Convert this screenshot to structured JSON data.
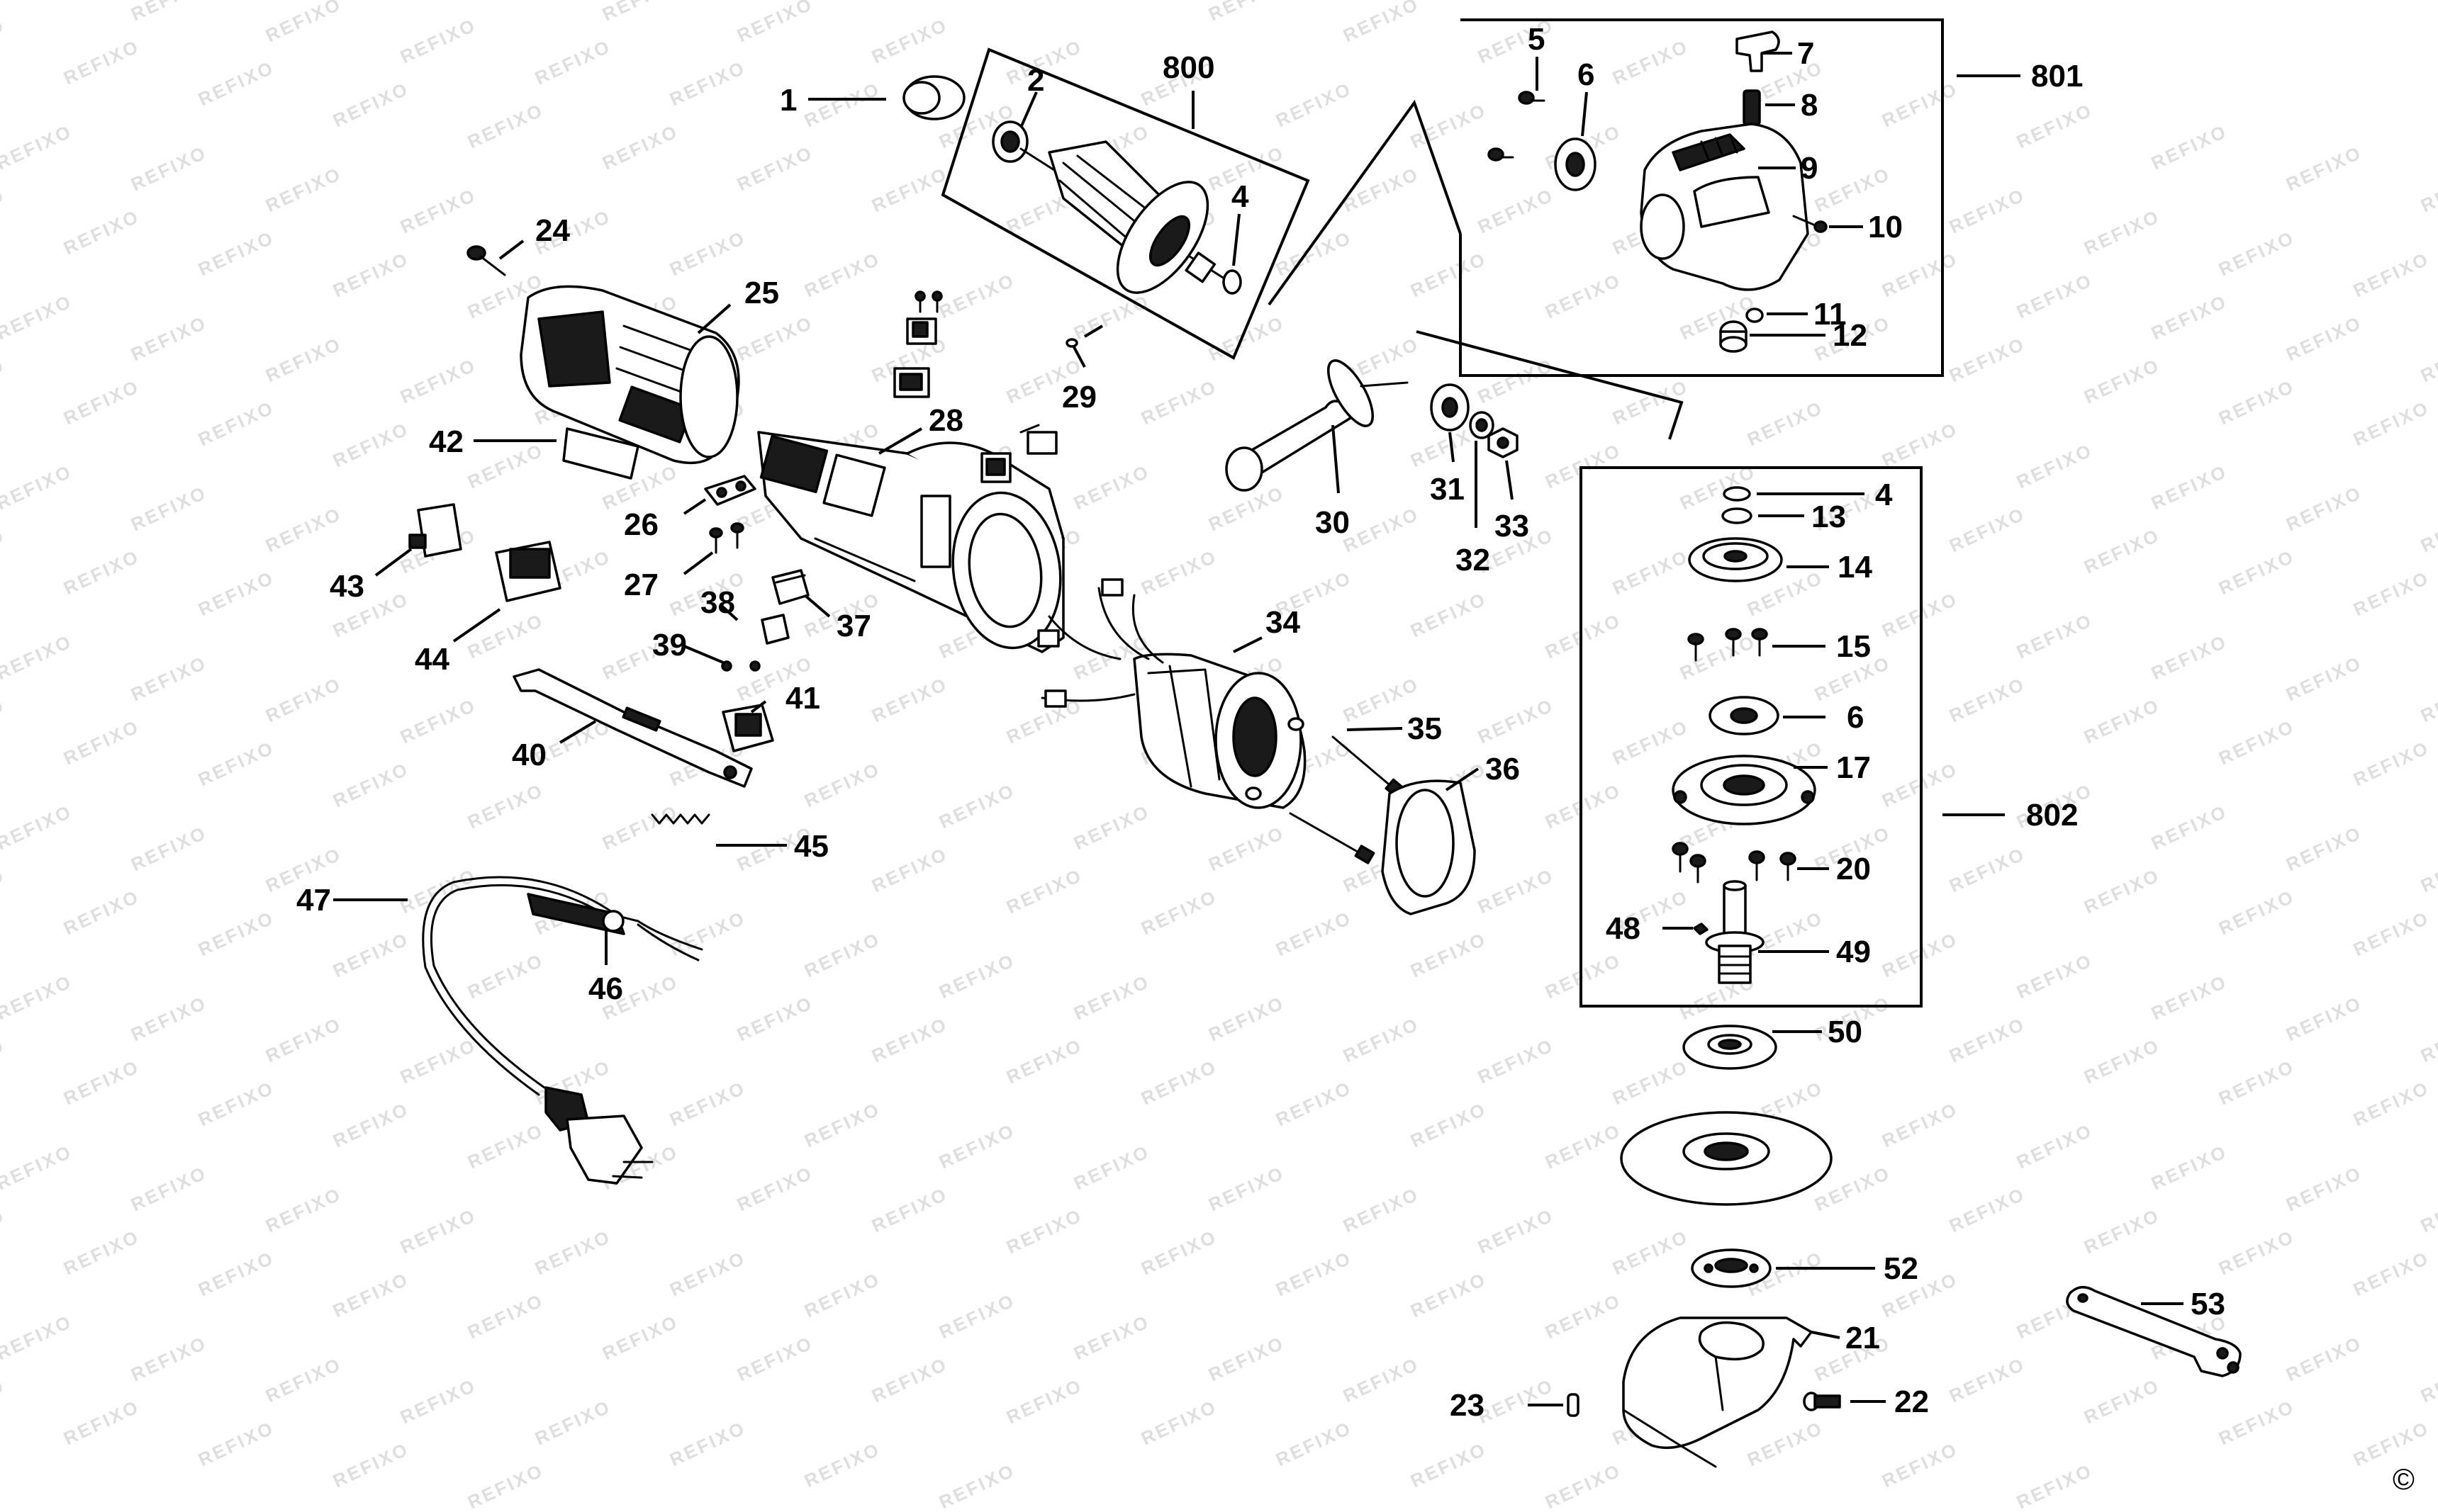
{
  "labels": {
    "l1": "1",
    "l2": "2",
    "l4a": "4",
    "l4b": "4",
    "l5": "5",
    "l6a": "6",
    "l6b": "6",
    "l7": "7",
    "l8": "8",
    "l9": "9",
    "l10": "10",
    "l11": "11",
    "l12": "12",
    "l13": "13",
    "l14": "14",
    "l15": "15",
    "l17": "17",
    "l20": "20",
    "l21": "21",
    "l22": "22",
    "l23": "23",
    "l24": "24",
    "l25": "25",
    "l26": "26",
    "l27": "27",
    "l28": "28",
    "l29": "29",
    "l30": "30",
    "l31": "31",
    "l32": "32",
    "l33": "33",
    "l34": "34",
    "l35": "35",
    "l36": "36",
    "l37": "37",
    "l38": "38",
    "l39": "39",
    "l40": "40",
    "l41": "41",
    "l42": "42",
    "l43": "43",
    "l44": "44",
    "l45": "45",
    "l46": "46",
    "l47": "47",
    "l48": "48",
    "l49": "49",
    "l50": "50",
    "l52": "52",
    "l53": "53",
    "l800": "800",
    "l801": "801",
    "l802": "802"
  },
  "watermark": "REFIXO",
  "copyright": "©"
}
